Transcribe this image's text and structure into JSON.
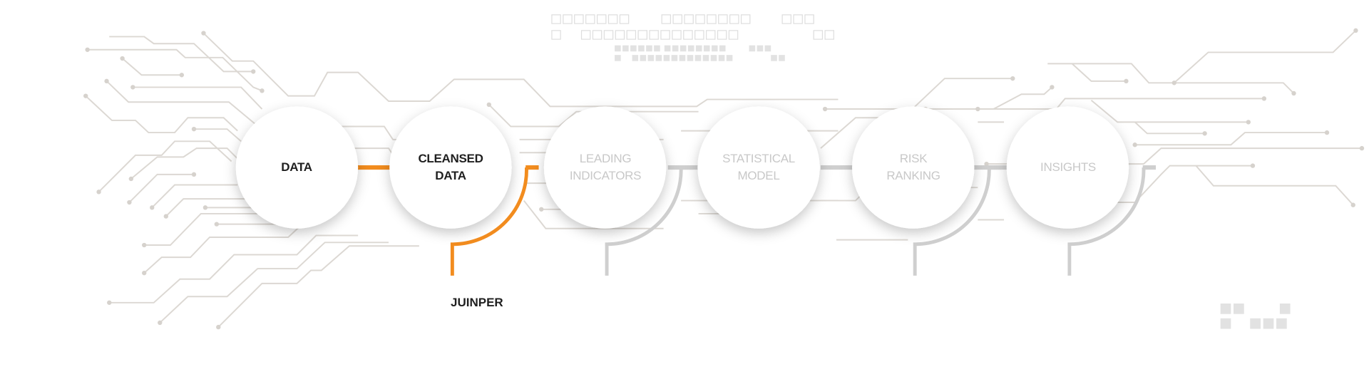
{
  "diagram": {
    "stages": [
      {
        "label_lines": [
          "DATA"
        ],
        "state": "active"
      },
      {
        "label_lines": [
          "CLEANSED",
          "DATA"
        ],
        "state": "active"
      },
      {
        "label_lines": [
          "LEADING",
          "INDICATORS"
        ],
        "state": "inactive"
      },
      {
        "label_lines": [
          "STATISTICAL",
          "MODEL"
        ],
        "state": "inactive"
      },
      {
        "label_lines": [
          "RISK",
          "RANKING"
        ],
        "state": "inactive"
      },
      {
        "label_lines": [
          "INSIGHTS"
        ],
        "state": "inactive"
      }
    ],
    "source_label": "JUINPER",
    "colors": {
      "active": "#f28c1e",
      "inactive": "#cfcfcf",
      "trace": "#dcd8d3",
      "active_text": "#1f1f1f",
      "inactive_text": "#c8c8c8"
    }
  }
}
